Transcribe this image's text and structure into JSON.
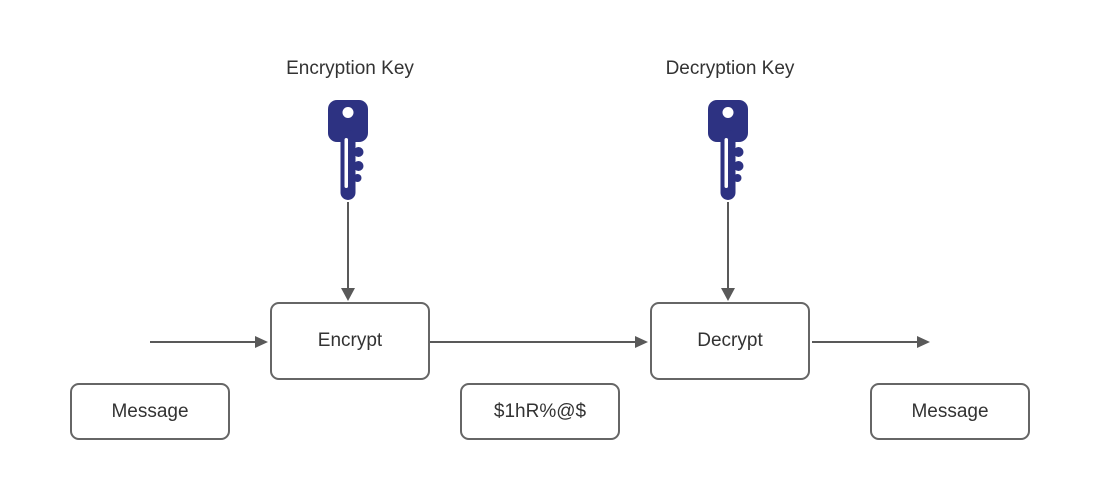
{
  "diagram": {
    "key_labels": {
      "encryption": "Encryption Key",
      "decryption": "Decryption Key"
    },
    "nodes": {
      "encrypt": {
        "label": "Encrypt"
      },
      "decrypt": {
        "label": "Decrypt"
      },
      "message_input": {
        "label": "Message"
      },
      "ciphertext": {
        "label": "$1hR%@$"
      },
      "message_output": {
        "label": "Message"
      }
    },
    "icons": {
      "encryption_key": "key-icon",
      "decryption_key": "key-icon"
    },
    "colors": {
      "key_fill": "#2d3282",
      "key_hole": "#ffffff",
      "arrow": "#595959",
      "box_border": "#666666",
      "box_fill": "#ffffff",
      "text": "#333333",
      "background": "#ffffff"
    }
  }
}
